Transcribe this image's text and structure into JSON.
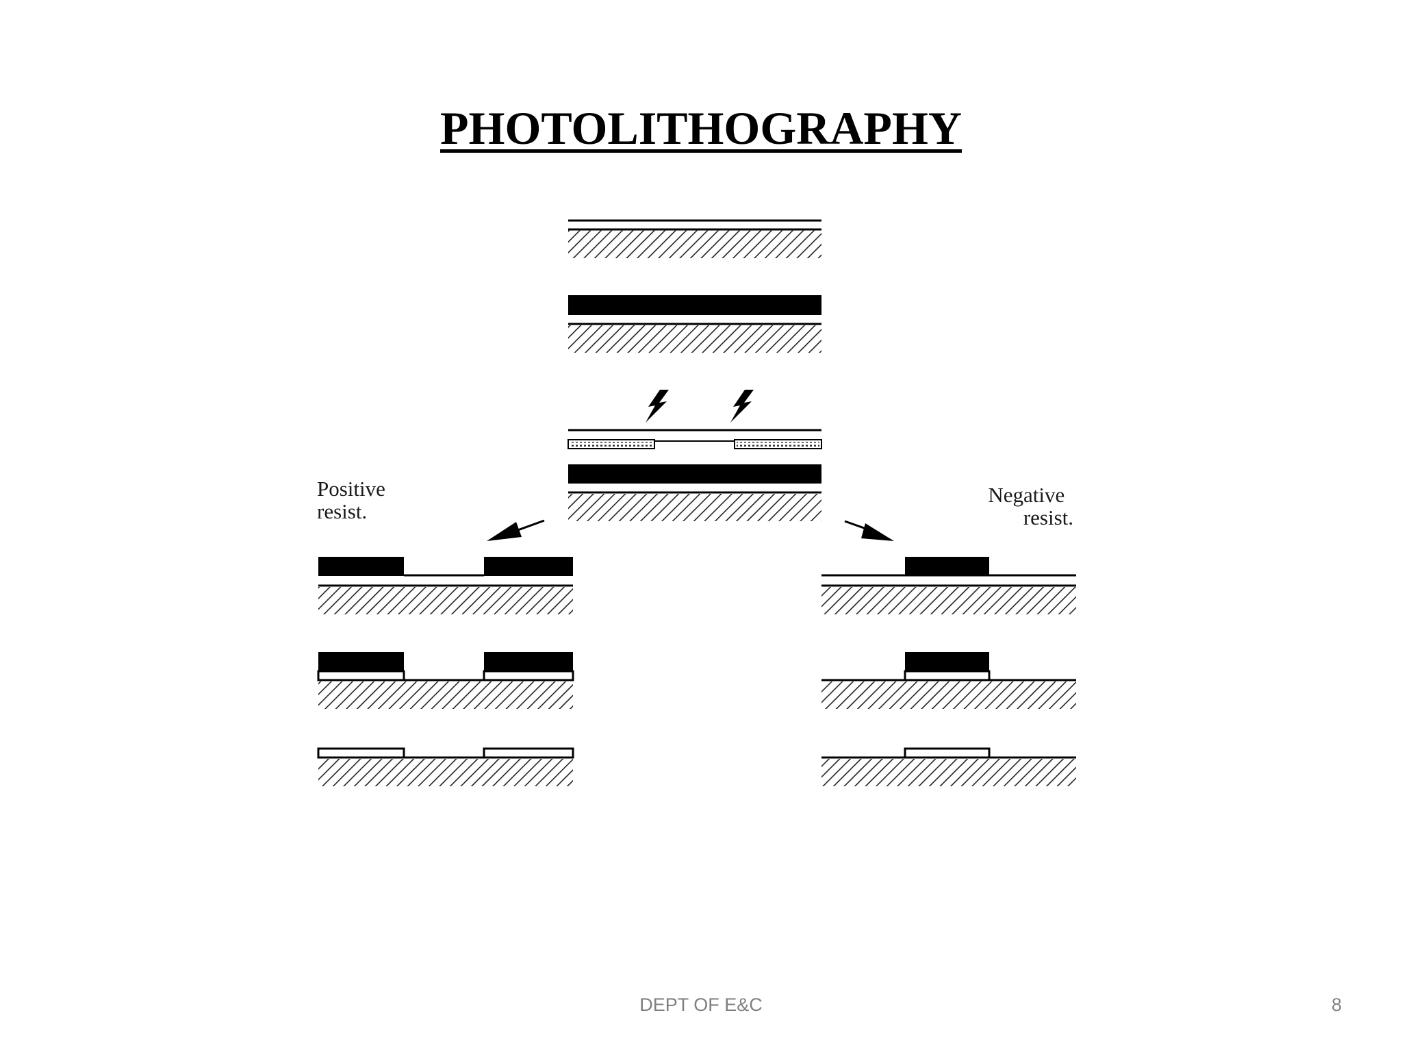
{
  "slide": {
    "title": "PHOTOLITHOGRAPHY",
    "footer": "DEPT OF E&C",
    "page_number": "8"
  },
  "diagram": {
    "positive_label": [
      "Positive",
      "resist."
    ],
    "negative_label": [
      "Negative",
      "resist."
    ],
    "colors": {
      "resist": "#000000",
      "substrate_hatch": "#222222",
      "background": "#ffffff"
    }
  }
}
